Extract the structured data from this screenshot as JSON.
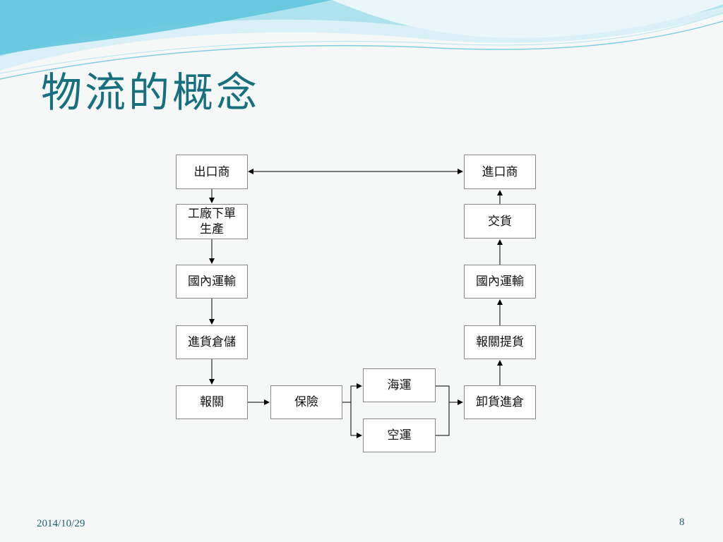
{
  "slide": {
    "title": "物流的概念",
    "date": "2014/10/29",
    "page_number": "8"
  },
  "nodes": {
    "exporter": "出口商",
    "factory": "工廠下單\n生產",
    "domestic_transport_left": "國內運輸",
    "warehousing": "進貨倉儲",
    "customs": "報關",
    "insurance": "保險",
    "sea_freight": "海運",
    "air_freight": "空運",
    "unload_warehouse": "卸貨進倉",
    "customs_pickup": "報關提貨",
    "domestic_transport_right": "國內運輸",
    "delivery": "交貨",
    "importer": "進口商"
  },
  "colors": {
    "title": "#17707f",
    "wave_light": "#aee3ee",
    "wave_mid": "#5cc4dc",
    "line": "#000000",
    "box_border": "#8a8a8a"
  }
}
